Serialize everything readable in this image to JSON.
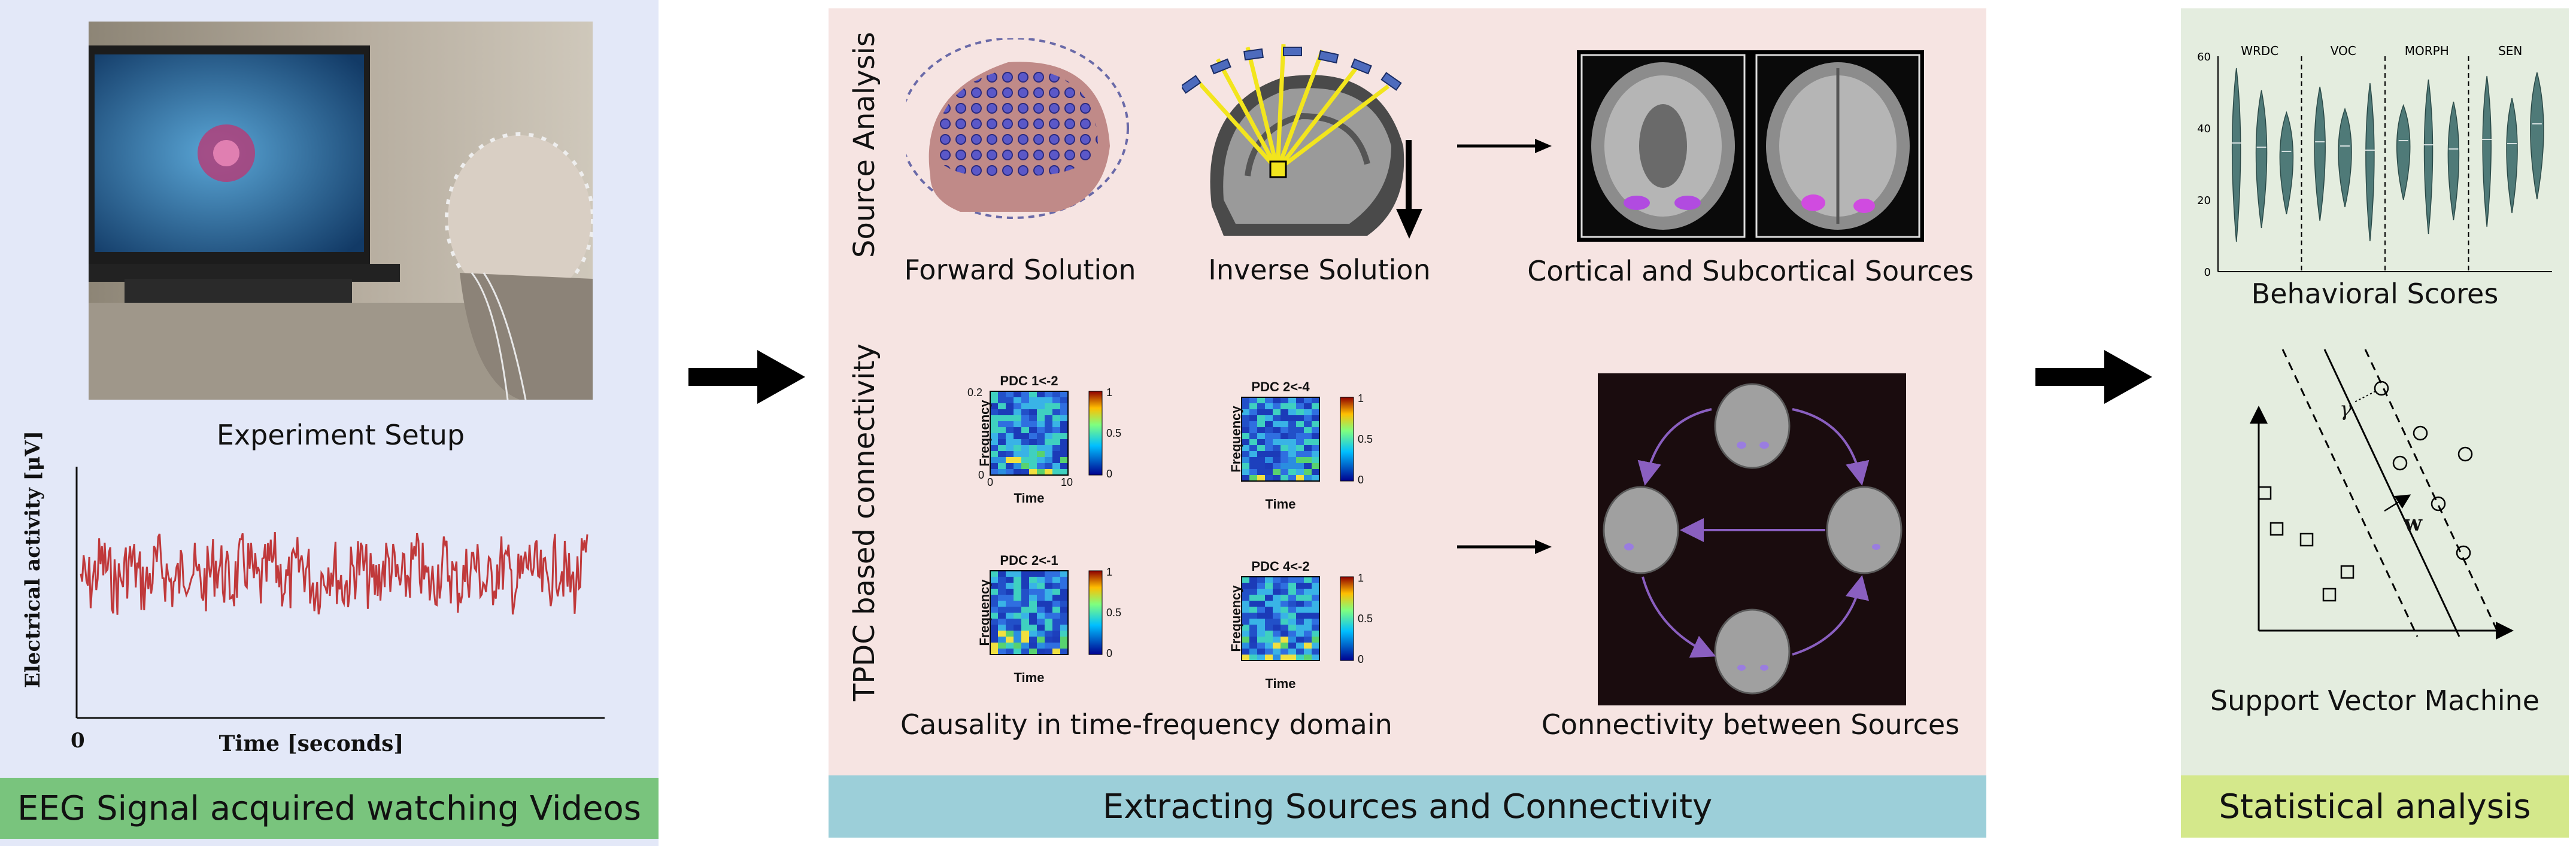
{
  "panel_left": {
    "photo_caption": "Experiment Setup",
    "plot_ylabel": "Electrical activity [μV]",
    "plot_xlabel": "Time [seconds]",
    "plot_x0": "0",
    "footer": "EEG Signal acquired watching Videos"
  },
  "panel_middle": {
    "row1_label": "Source Analysis",
    "row2_label": "TPDC based connectivity",
    "forward_caption": "Forward Solution",
    "inverse_caption": "Inverse Solution",
    "sources_caption": "Cortical and Subcortical Sources",
    "causality_caption": "Causality in time-frequency domain",
    "connectivity_caption": "Connectivity between Sources",
    "footer": "Extracting Sources and Connectivity",
    "pdc_plots": [
      {
        "title": "PDC 1<-2",
        "ylabel": "Frequency",
        "xlabel": "Time",
        "y_top": "0.2",
        "y_bottom": "0",
        "x_left": "0",
        "x_right": "10",
        "cb_top": "1",
        "cb_mid": "0.5",
        "cb_bottom": "0"
      },
      {
        "title": "PDC 2<-4",
        "ylabel": "Frequency",
        "xlabel": "Time",
        "cb_top": "1",
        "cb_mid": "0.5",
        "cb_bottom": "0"
      },
      {
        "title": "PDC 2<-1",
        "ylabel": "Frequency",
        "xlabel": "Time",
        "cb_top": "1",
        "cb_mid": "0.5",
        "cb_bottom": "0"
      },
      {
        "title": "PDC 4<-2",
        "ylabel": "Frequency",
        "xlabel": "Time",
        "cb_top": "1",
        "cb_mid": "0.5",
        "cb_bottom": "0"
      }
    ]
  },
  "panel_right": {
    "violin_groups": [
      "WRDC",
      "VOC",
      "MORPH",
      "SEN"
    ],
    "violin_yticks": [
      "60",
      "40",
      "20",
      "0"
    ],
    "behavioral_caption": "Behavioral Scores",
    "svm_caption": "Support Vector Machine",
    "svm_gamma": "γ",
    "svm_w": "w",
    "footer": "Statistical analysis"
  },
  "colors": {
    "left_bg": "#e3e8f8",
    "middle_bg": "#f6e4e2",
    "right_bg": "#e4eddf",
    "left_footer": "#79c47d",
    "middle_footer": "#9ccfd9",
    "right_footer": "#d4e88b",
    "eeg_trace": "#c0393b",
    "violin_fill": "#4f7a78"
  }
}
